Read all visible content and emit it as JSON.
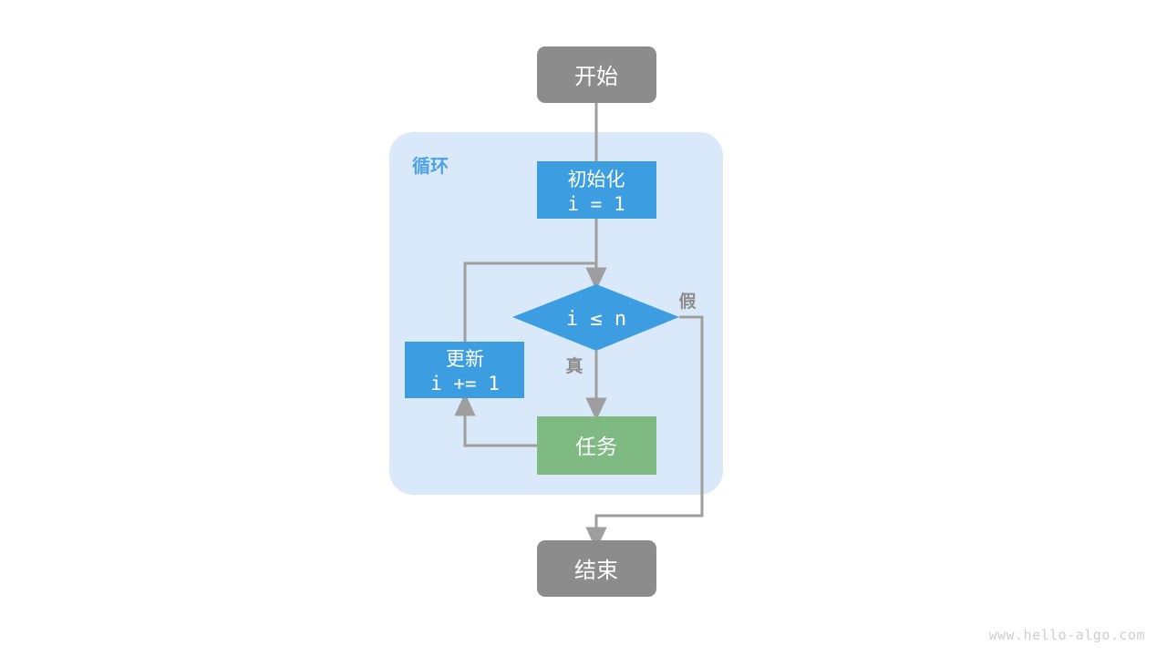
{
  "diagram": {
    "title_watermark": "www.hello-algo.com",
    "colors": {
      "start_end_fill": "#8c8c8c",
      "process_fill": "#3c9ee0",
      "decision_fill": "#3c9ee0",
      "task_fill": "#7fba83",
      "loop_container_fill": "#d9e9f9",
      "connector_stroke": "#9e9e9e",
      "loop_label_color": "#4ea3e8",
      "edge_label_color": "#8c8c8c",
      "node_text_color": "#ffffff",
      "watermark_color": "#cfcfcf",
      "background": "#ffffff"
    },
    "loop_container": {
      "label": "循环"
    },
    "nodes": {
      "start": {
        "label": "开始",
        "shape": "rounded-rect",
        "kind": "terminal"
      },
      "init": {
        "label_line1": "初始化",
        "label_line2": "i = 1",
        "shape": "rect",
        "kind": "process"
      },
      "condition": {
        "label": "i ≤ n",
        "shape": "diamond",
        "kind": "decision"
      },
      "update": {
        "label_line1": "更新",
        "label_line2": "i += 1",
        "shape": "rect",
        "kind": "process"
      },
      "task": {
        "label": "任务",
        "shape": "rect",
        "kind": "task"
      },
      "end": {
        "label": "结束",
        "shape": "rounded-rect",
        "kind": "terminal"
      }
    },
    "edge_labels": {
      "true_branch": "真",
      "false_branch": "假"
    }
  }
}
